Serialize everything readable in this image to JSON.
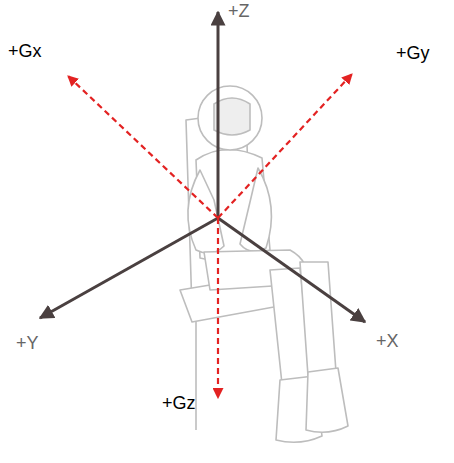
{
  "diagram": {
    "labels": [
      "+Z",
      "+Gx",
      "+Gy",
      "+Y",
      "+Gz",
      "+X"
    ]
  }
}
